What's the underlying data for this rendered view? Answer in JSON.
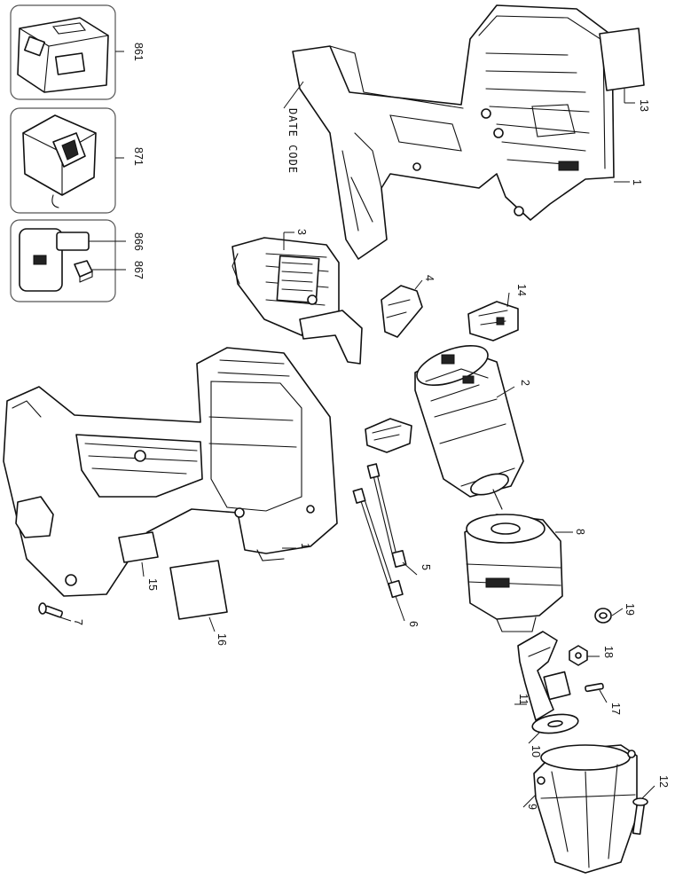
{
  "date_code_label": "DATE CODE",
  "callouts": {
    "c861": "861",
    "c871": "871",
    "c866": "866",
    "c867": "867",
    "c13": "13",
    "c1_top": "1",
    "c3": "3",
    "c4": "4",
    "c14": "14",
    "c2": "2",
    "c1_bottom": "1",
    "c15": "15",
    "c16": "16",
    "c7": "7",
    "c5": "5",
    "c6": "6",
    "c8": "8",
    "c19": "19",
    "c18": "18",
    "c11": "11",
    "c17": "17",
    "c10": "10",
    "c12": "12",
    "c9": "9"
  }
}
